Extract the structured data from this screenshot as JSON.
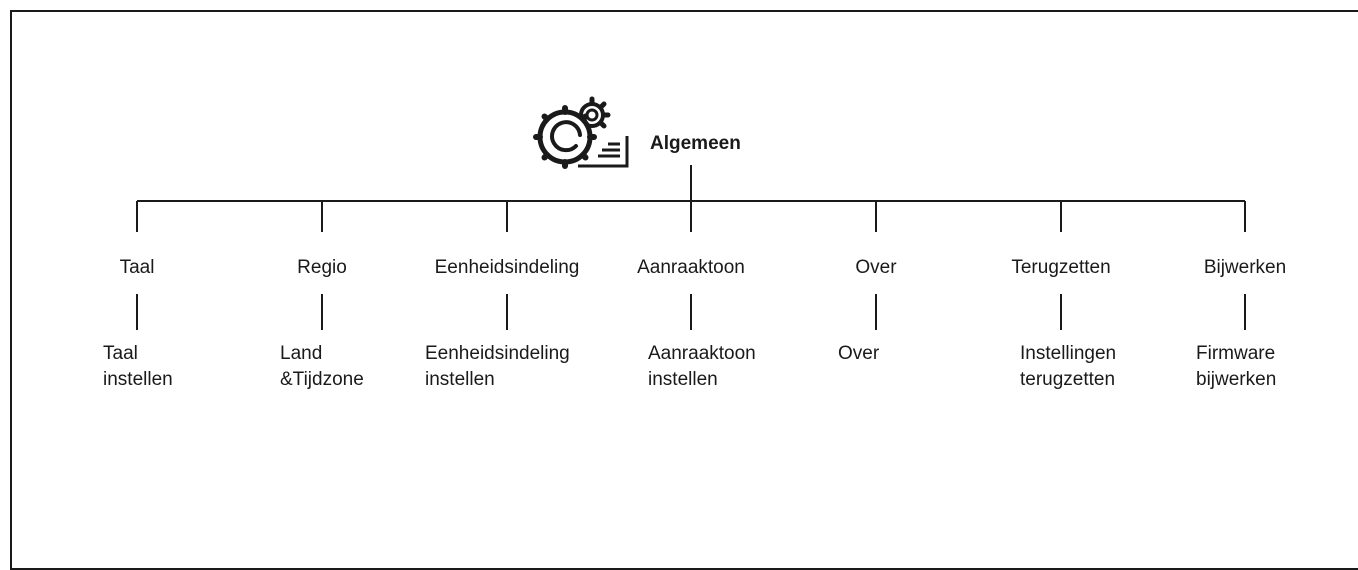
{
  "root": {
    "label": "Algemeen",
    "icon": "gear-settings-icon"
  },
  "categories": [
    {
      "label": "Taal",
      "sub": [
        "Taal",
        "instellen"
      ]
    },
    {
      "label": "Regio",
      "sub": [
        "Land",
        "&Tijdzone"
      ]
    },
    {
      "label": "Eenheidsindeling",
      "sub": [
        "Eenheidsindeling",
        "instellen"
      ]
    },
    {
      "label": "Aanraaktoon",
      "sub": [
        "Aanraaktoon",
        "instellen"
      ]
    },
    {
      "label": "Over",
      "sub": [
        "Over"
      ]
    },
    {
      "label": "Terugzetten",
      "sub": [
        "Instellingen",
        "terugzetten"
      ]
    },
    {
      "label": "Bijwerken",
      "sub": [
        "Firmware",
        "bijwerken"
      ]
    }
  ],
  "colors": {
    "line": "#1a1a1a",
    "text": "#1a1a1a",
    "background": "#ffffff"
  }
}
